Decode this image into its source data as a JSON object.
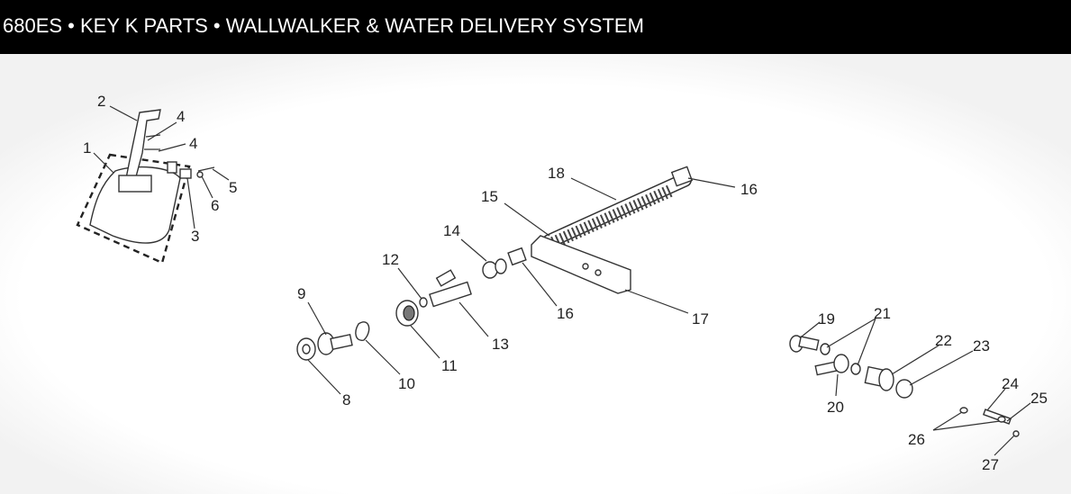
{
  "header": {
    "title": "680ES • KEY K PARTS • WALLWALKER & WATER DELIVERY SYSTEM",
    "background": "#000000",
    "text_color": "#ffffff"
  },
  "callouts": [
    "1",
    "2",
    "3",
    "4",
    "4",
    "5",
    "6",
    "8",
    "9",
    "10",
    "11",
    "12",
    "13",
    "14",
    "15",
    "16",
    "16",
    "17",
    "18",
    "19",
    "20",
    "21",
    "22",
    "23",
    "24",
    "25",
    "26",
    "27"
  ]
}
